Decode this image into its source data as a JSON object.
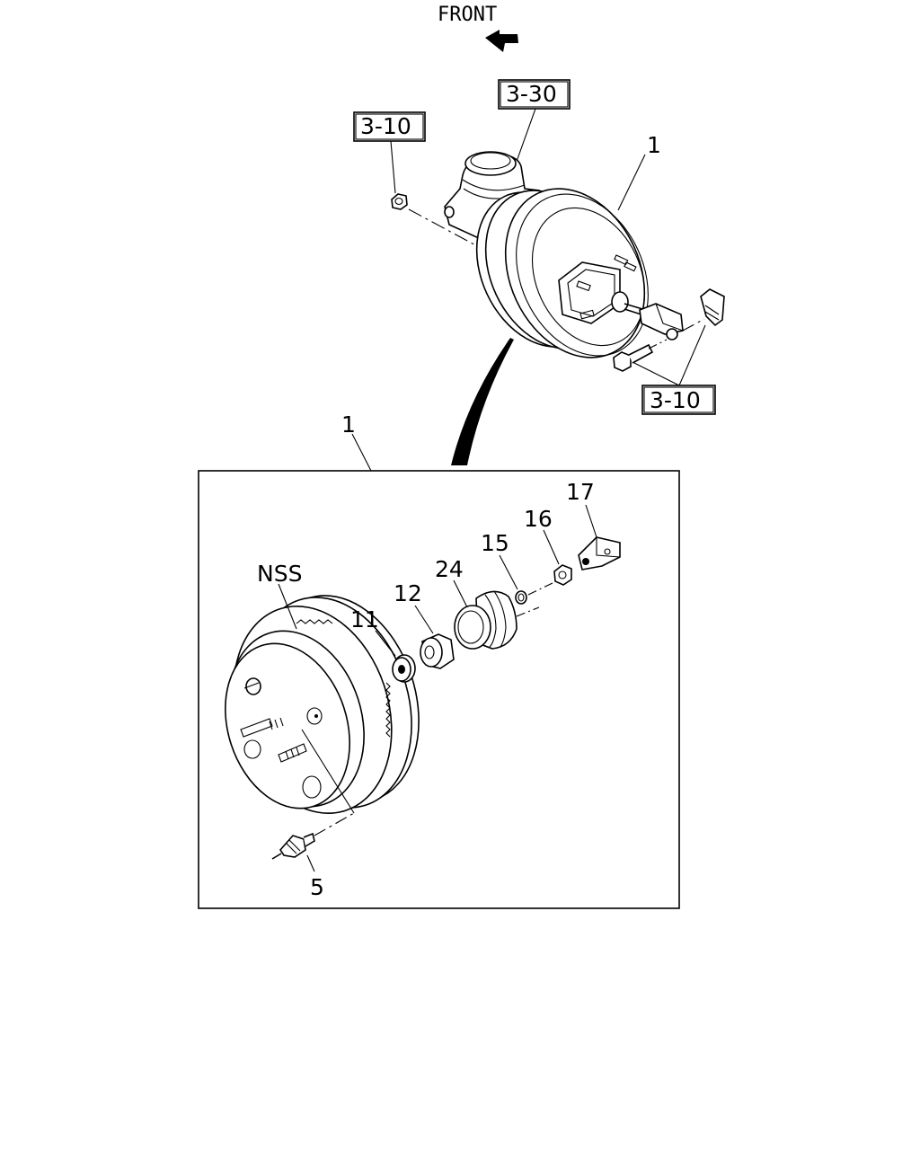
{
  "front_label": "FRONT",
  "refs": {
    "ref_3_30": "3-30",
    "ref_3_10_top": "3-10",
    "ref_3_10_bottom": "3-10"
  },
  "top_assembly": {
    "callout": "1"
  },
  "detail": {
    "callout": "1",
    "parts": {
      "nss": "NSS",
      "p5": "5",
      "p11": "11",
      "p12": "12",
      "p24": "24",
      "p15": "15",
      "p16": "16",
      "p17": "17"
    }
  }
}
